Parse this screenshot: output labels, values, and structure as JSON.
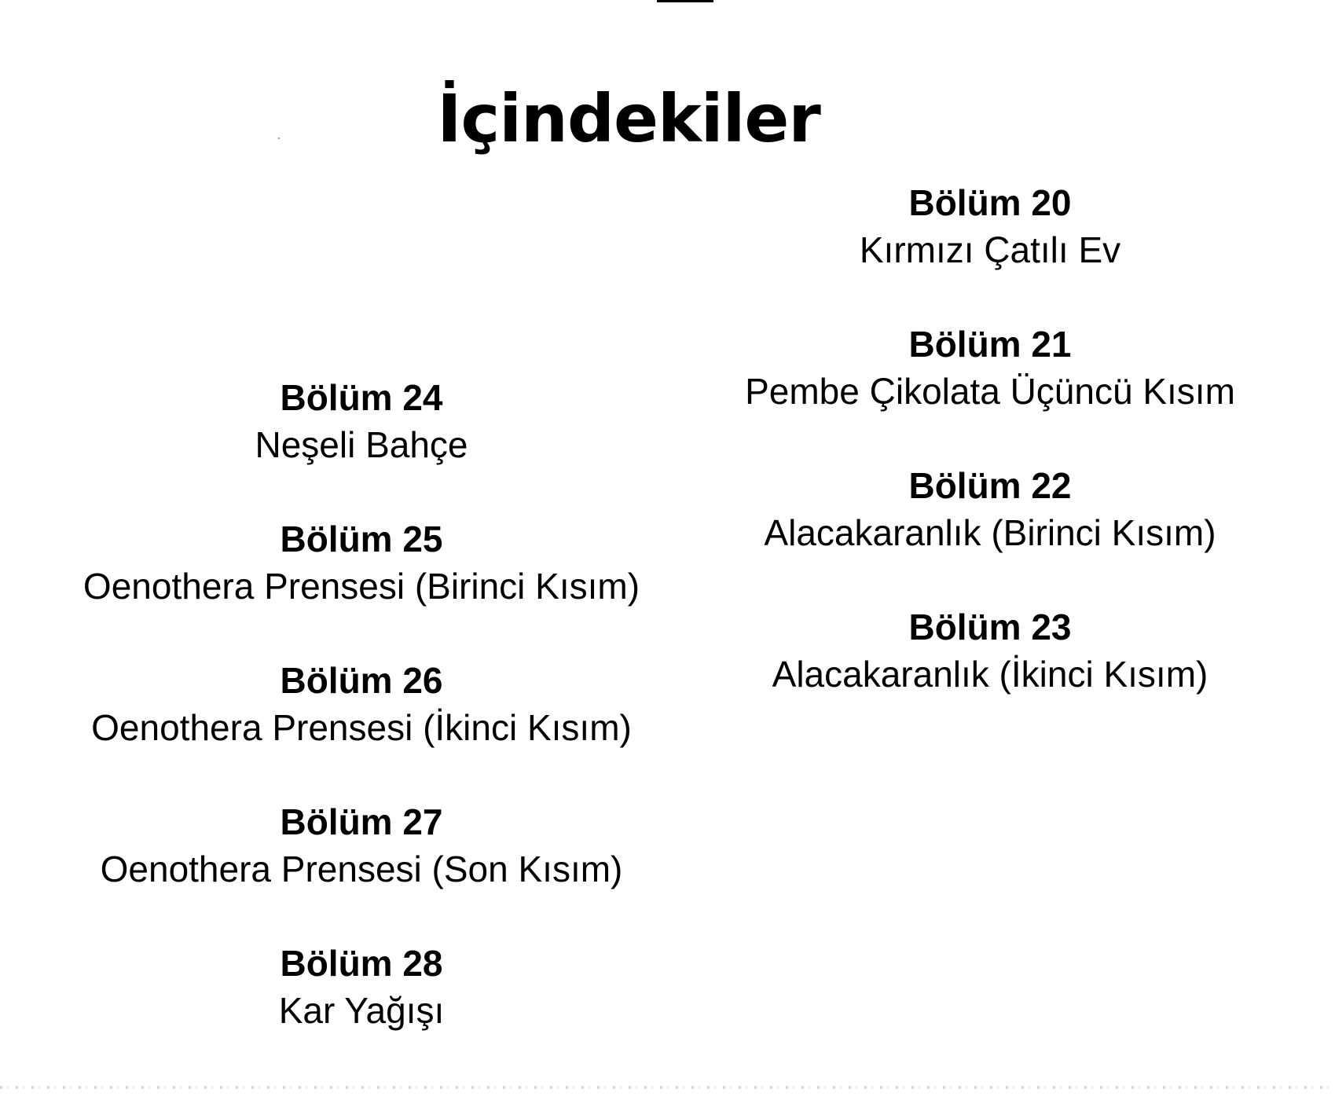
{
  "document": {
    "title": "İçindekiler"
  },
  "columns": {
    "left": [
      {
        "heading": "Bölüm 24",
        "title": "Neşeli Bahçe"
      },
      {
        "heading": "Bölüm 25",
        "title": "Oenothera Prensesi (Birinci Kısım)"
      },
      {
        "heading": "Bölüm 26",
        "title": "Oenothera Prensesi (İkinci Kısım)"
      },
      {
        "heading": "Bölüm 27",
        "title": "Oenothera Prensesi (Son Kısım)"
      },
      {
        "heading": "Bölüm 28",
        "title": "Kar Yağışı"
      }
    ],
    "right": [
      {
        "heading": "Bölüm 20",
        "title": "Kırmızı Çatılı Ev"
      },
      {
        "heading": "Bölüm 21",
        "title": "Pembe Çikolata Üçüncü Kısım"
      },
      {
        "heading": "Bölüm 22",
        "title": "Alacakaranlık (Birinci Kısım)"
      },
      {
        "heading": "Bölüm 23",
        "title": "Alacakaranlık (İkinci Kısım)"
      }
    ]
  }
}
